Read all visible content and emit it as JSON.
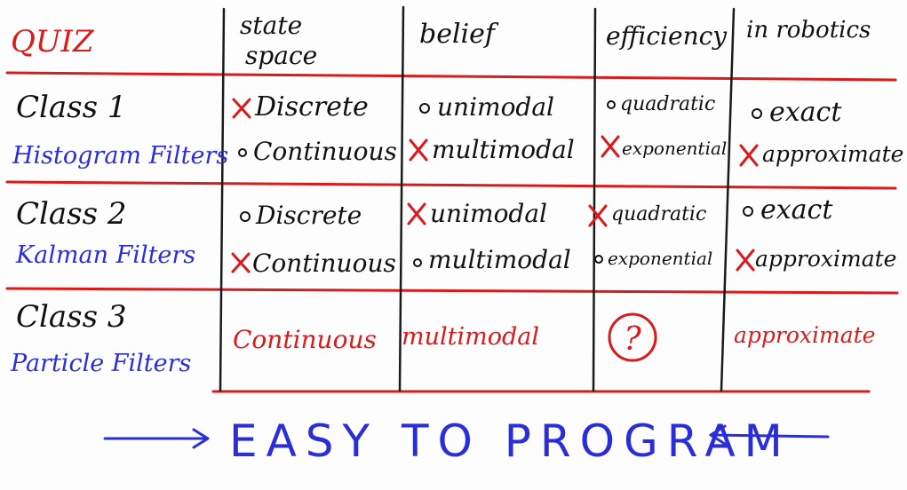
{
  "quiz_label": "QUIZ",
  "headers": {
    "state_space": [
      "state",
      "space"
    ],
    "belief": "belief",
    "efficiency": "efficiency",
    "robotics": "in robotics"
  },
  "classes": [
    {
      "name": "Class 1",
      "filter": "Histogram Filters",
      "state_space": [
        {
          "text": "Discrete",
          "checked": true
        },
        {
          "text": "Continuous",
          "checked": false
        }
      ],
      "belief": [
        {
          "text": "unimodal",
          "checked": false
        },
        {
          "text": "multimodal",
          "checked": true
        }
      ],
      "efficiency": [
        {
          "text": "quadratic",
          "checked": false
        },
        {
          "text": "exponential",
          "checked": true
        }
      ],
      "robotics": [
        {
          "text": "exact",
          "checked": false
        },
        {
          "text": "approximate",
          "checked": true
        }
      ]
    },
    {
      "name": "Class 2",
      "filter": "Kalman Filters",
      "state_space": [
        {
          "text": "Discrete",
          "checked": false
        },
        {
          "text": "Continuous",
          "checked": true
        }
      ],
      "belief": [
        {
          "text": "unimodal",
          "checked": true
        },
        {
          "text": "multimodal",
          "checked": false
        }
      ],
      "efficiency": [
        {
          "text": "quadratic",
          "checked": true
        },
        {
          "text": "exponential",
          "checked": false
        }
      ],
      "robotics": [
        {
          "text": "exact",
          "checked": false
        },
        {
          "text": "approximate",
          "checked": true
        }
      ]
    },
    {
      "name": "Class 3",
      "filter": "Particle Filters",
      "state_space": "Continuous",
      "belief": "multimodal",
      "efficiency": "?",
      "robotics": "approximate"
    }
  ],
  "footer": "EASY TO PROGRAM",
  "colors": {
    "ink": "#111111",
    "blue": "#2a2ed8",
    "red": "#d81c1c"
  }
}
